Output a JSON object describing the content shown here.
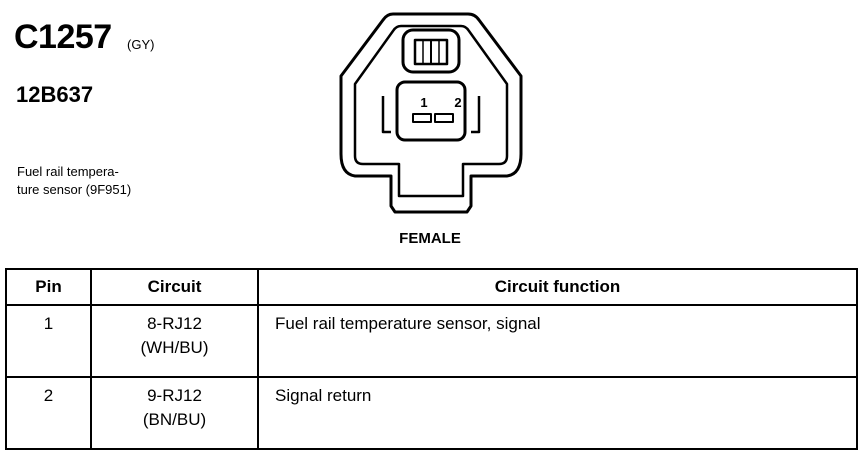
{
  "connector": {
    "id": "C1257",
    "color_code": "(GY)",
    "part_number": "12B637",
    "description_lines": [
      "Fuel rail tempera-",
      "ture sensor (9F951)"
    ],
    "gender": "FEMALE",
    "pin_labels": [
      "1",
      "2"
    ]
  },
  "table": {
    "headers": {
      "pin": "Pin",
      "circuit": "Circuit",
      "function": "Circuit function"
    },
    "rows": [
      {
        "pin": "1",
        "circuit": "8-RJ12",
        "wire_color": "(WH/BU)",
        "function": "Fuel rail temperature sensor, signal"
      },
      {
        "pin": "2",
        "circuit": "9-RJ12",
        "wire_color": "(BN/BU)",
        "function": "Signal return"
      }
    ]
  }
}
